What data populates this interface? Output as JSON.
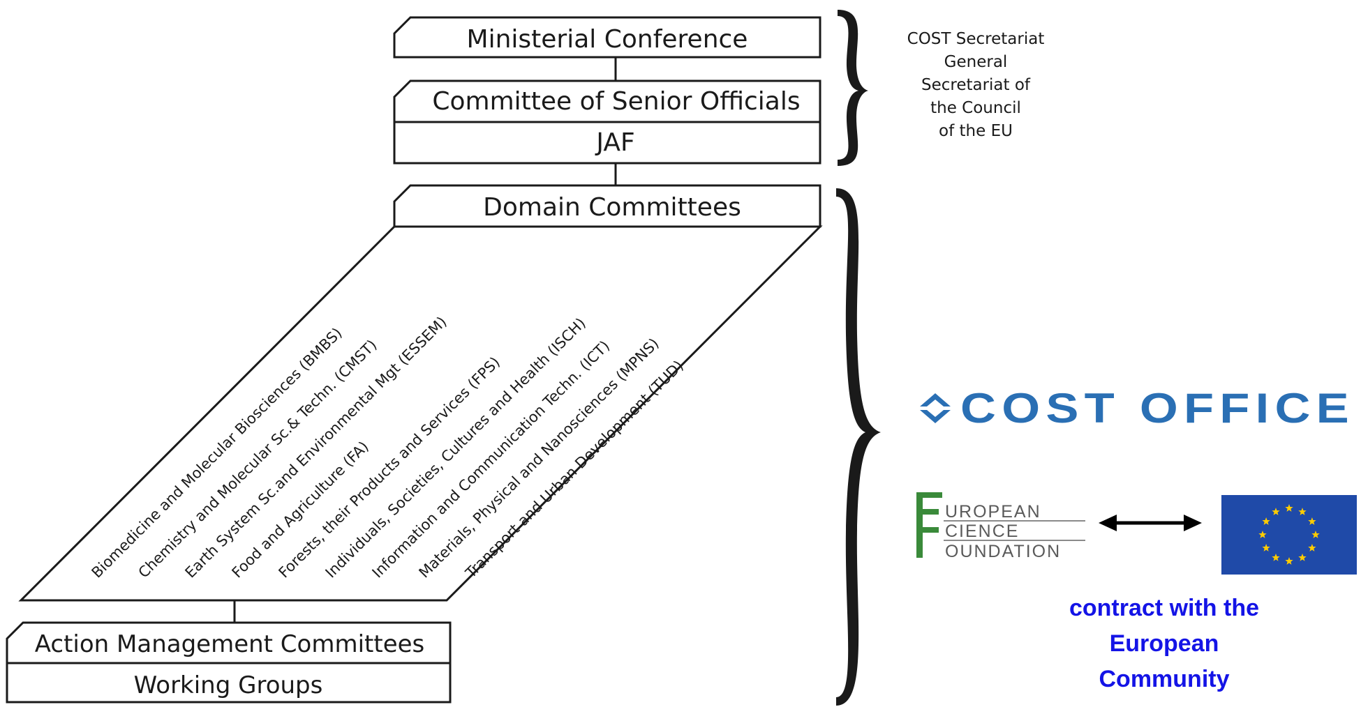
{
  "boxes": {
    "ministerial": "Ministerial Conference",
    "cso": "Committee of Senior Officials",
    "jaf": "JAF",
    "domain": "Domain Committees",
    "amc": "Action Management Committees",
    "wg": "Working Groups"
  },
  "domains": [
    "Biomedicine and Molecular Biosciences (BMBS)",
    "Chemistry and Molecular Sc.& Techn. (CMST)",
    "Earth System Sc.and Environmental Mgt (ESSEM)",
    "Food and Agriculture (FA)",
    "Forests, their Products and Services (FPS)",
    "Individuals, Societies, Cultures and Health (ISCH)",
    "Information and Communication Techn. (ICT)",
    "Materials, Physical and Nanosciences (MPNS)",
    "Transport and Urban Development (TUD)"
  ],
  "secretariat": [
    "COST Secretariat",
    "General",
    "Secretariat of",
    "the Council",
    "of the EU"
  ],
  "cost_office": "COST OFFICE",
  "esf": {
    "letters": [
      "E",
      "S",
      "F"
    ],
    "words": [
      "UROPEAN",
      "CIENCE",
      "OUNDATION"
    ]
  },
  "contract": [
    "contract with the",
    "European",
    "Community"
  ],
  "colors": {
    "ink": "#1a1a1a",
    "cost_blue": "#2a6fb4",
    "contract_blue": "#1414e6",
    "esf_green": "#3a8a3a",
    "eu_blue": "#1f4aa8",
    "eu_star": "#ffcc00"
  }
}
